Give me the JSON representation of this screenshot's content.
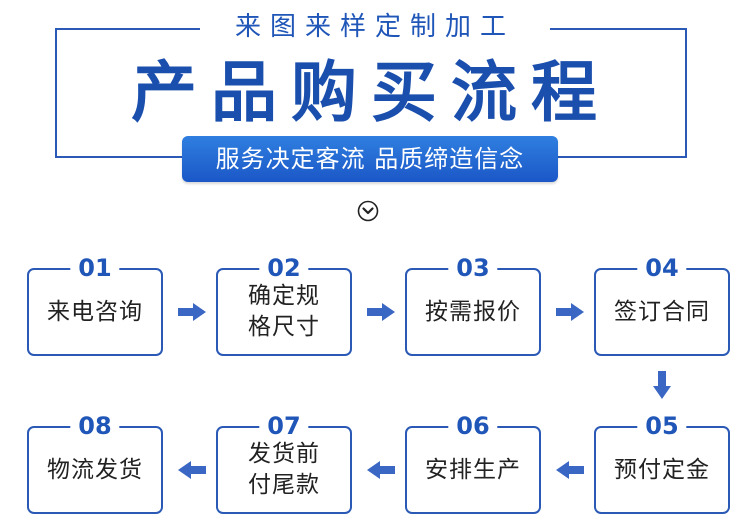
{
  "header": {
    "top_label": "来图来样定制加工",
    "title": "产品购买流程",
    "slogan": "服务决定客流  品质缔造信念"
  },
  "steps": [
    {
      "number": "01",
      "label": "来电咨询"
    },
    {
      "number": "02",
      "label": "确定规\n格尺寸"
    },
    {
      "number": "03",
      "label": "按需报价"
    },
    {
      "number": "04",
      "label": "签订合同"
    },
    {
      "number": "05",
      "label": "预付定金"
    },
    {
      "number": "06",
      "label": "安排生产"
    },
    {
      "number": "07",
      "label": "发货前\n付尾款"
    },
    {
      "number": "08",
      "label": "物流发货"
    }
  ],
  "icons": {
    "chevron": "chevron-down-circle-icon",
    "arrow_right": "arrow-right-icon",
    "arrow_left": "arrow-left-icon",
    "arrow_down": "arrow-down-icon"
  },
  "colors": {
    "primary": "#2a5ab5",
    "title": "#1a4fad",
    "arrow": "#3b67c4",
    "text": "#222222"
  }
}
